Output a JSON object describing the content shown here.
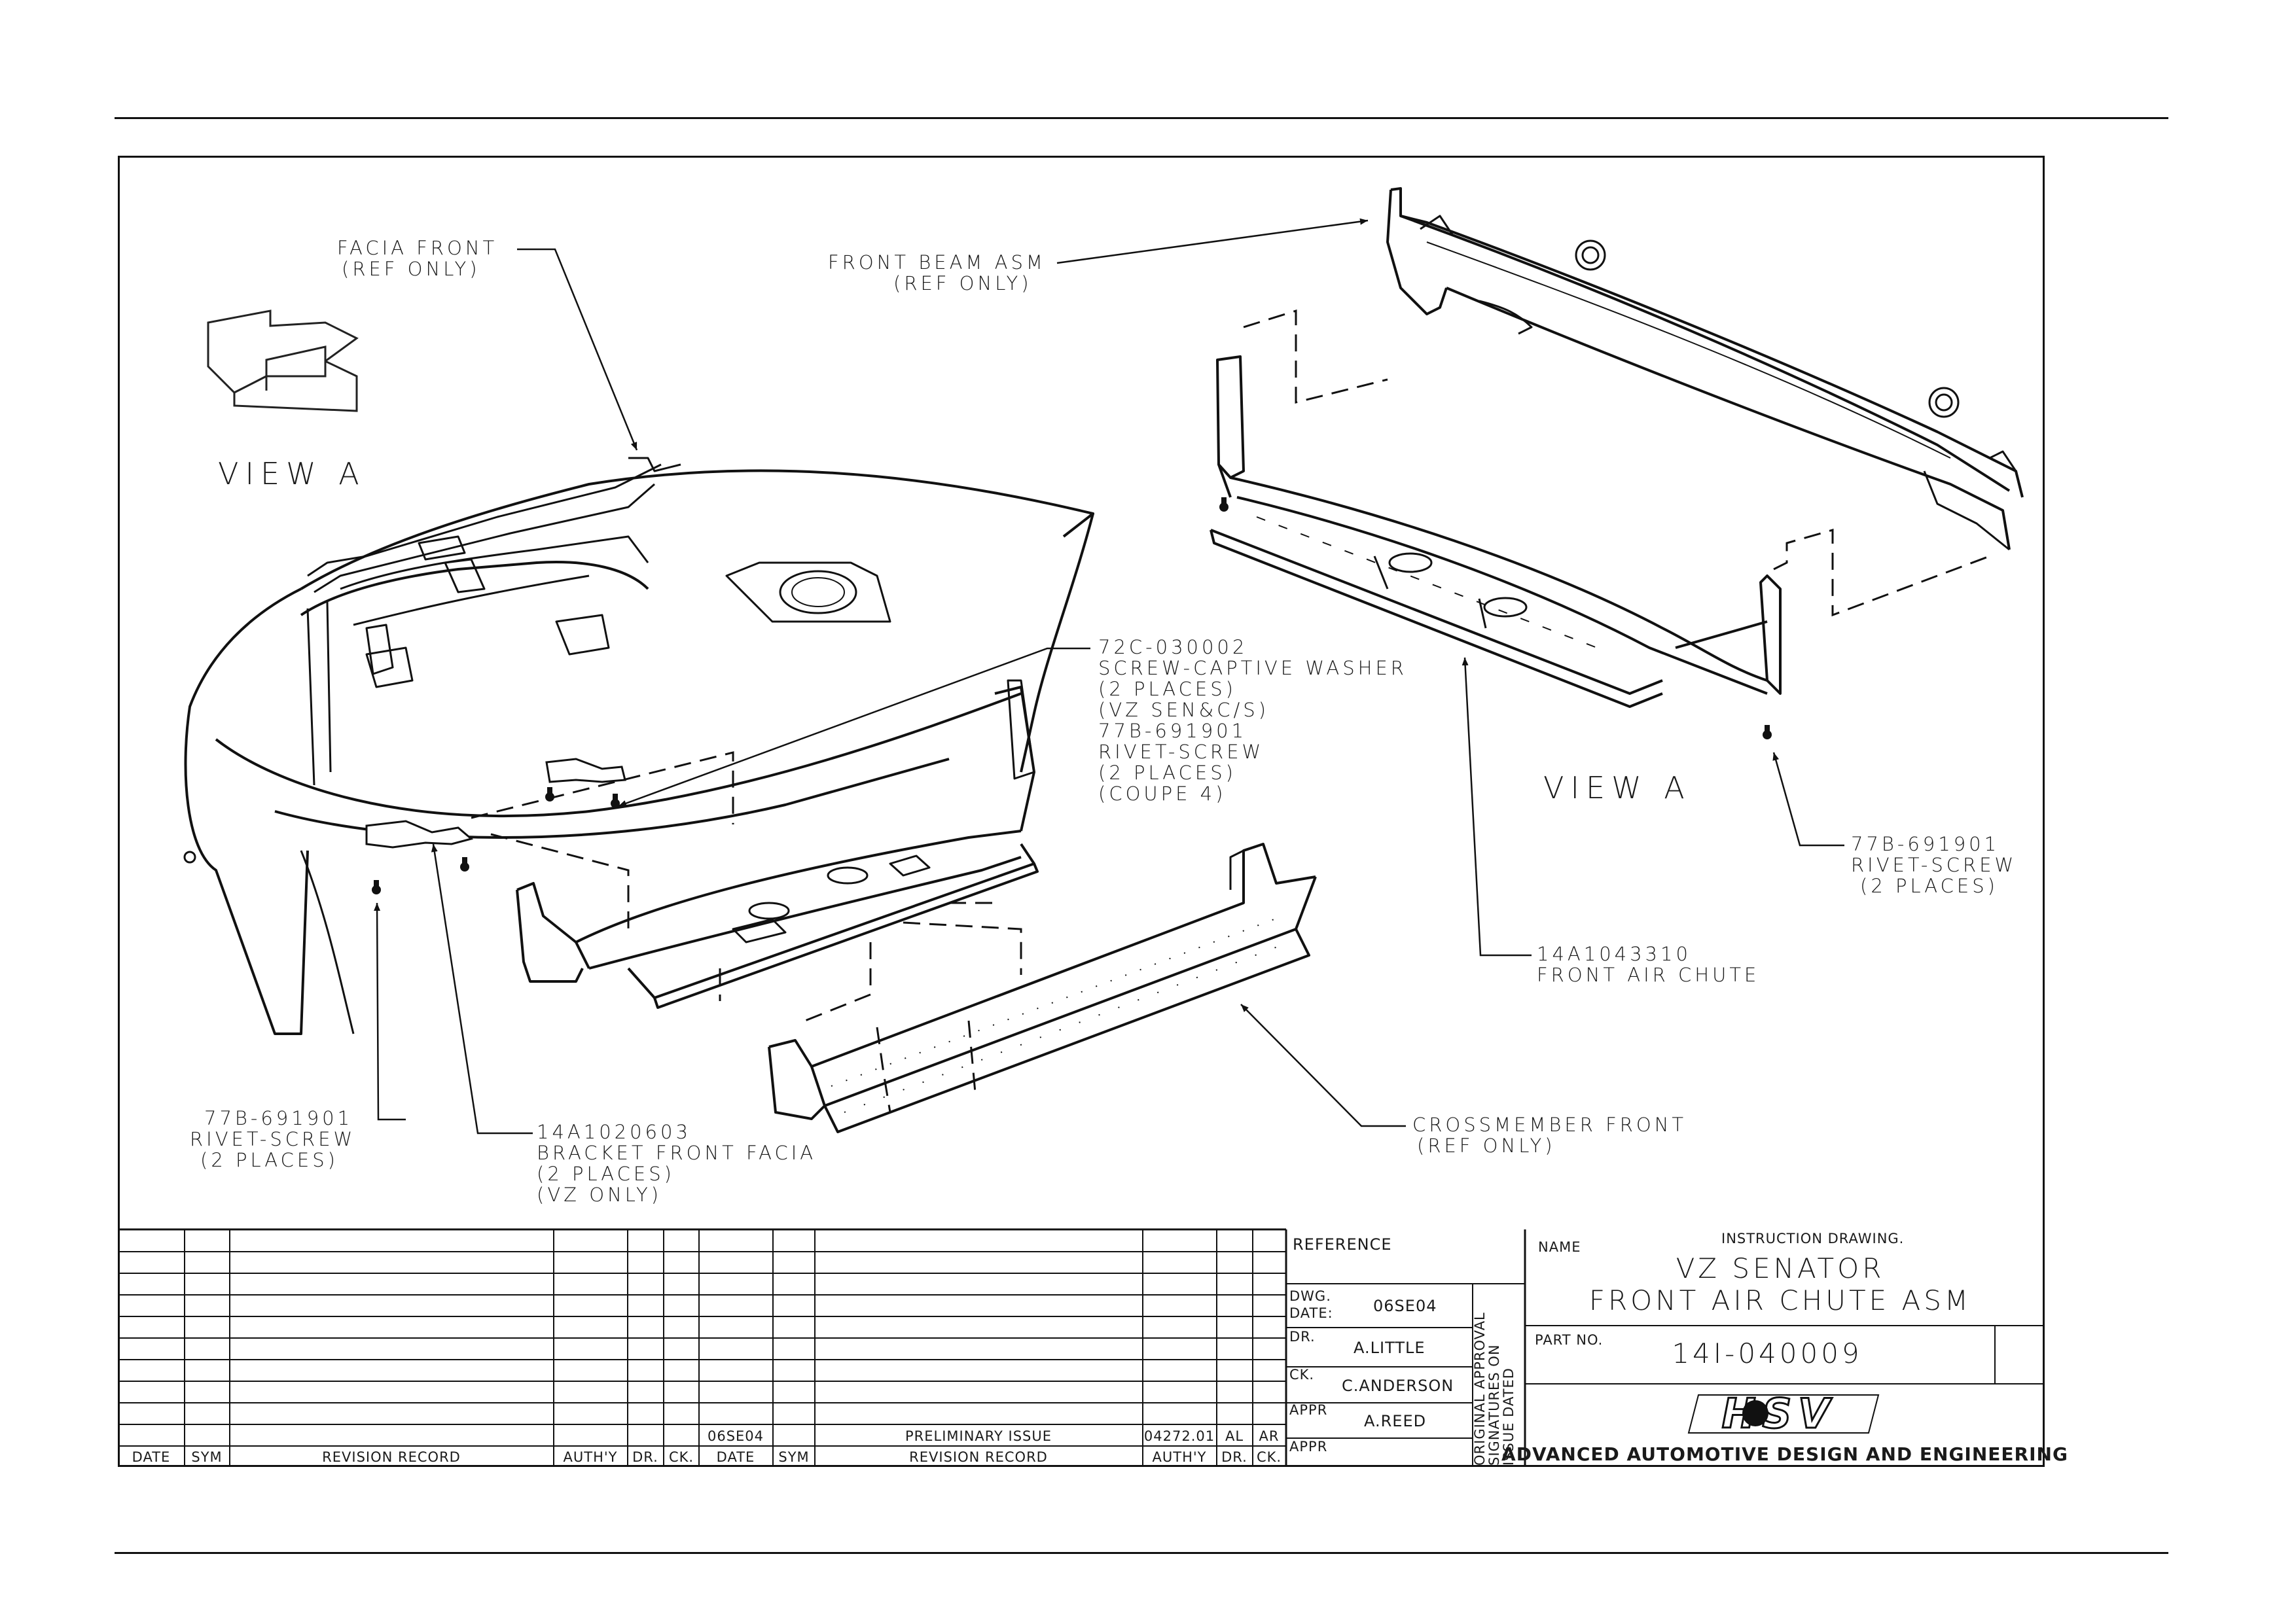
{
  "view_labels": {
    "left": "VIEW A",
    "right": "VIEW A"
  },
  "callouts": {
    "facia_front": [
      "FACIA FRONT",
      "(REF ONLY)"
    ],
    "front_beam": [
      "FRONT BEAM ASM",
      "(REF ONLY)"
    ],
    "screw_washer": [
      "72C-030002",
      "SCREW-CAPTIVE WASHER",
      "(2 PLACES)",
      "(VZ SEN&C/S)",
      "77B-691901",
      "RIVET-SCREW",
      "(2 PLACES)",
      "(COUPE 4)"
    ],
    "rivet_right": [
      "77B-691901",
      "RIVET-SCREW",
      "(2 PLACES)"
    ],
    "air_chute": [
      "14A1043310",
      "FRONT AIR CHUTE"
    ],
    "crossmember": [
      "CROSSMEMBER FRONT",
      "(REF ONLY)"
    ],
    "rivet_left": [
      "77B-691901",
      "RIVET-SCREW",
      "(2 PLACES)"
    ],
    "bracket": [
      "14A1020603",
      "BRACKET FRONT FACIA",
      "(2 PLACES)",
      "(VZ ONLY)"
    ]
  },
  "revision_table": {
    "headers_left": [
      "DATE",
      "SYM",
      "REVISION RECORD",
      "AUTH'Y",
      "DR.",
      "CK."
    ],
    "headers_right": [
      "DATE",
      "SYM",
      "REVISION RECORD",
      "AUTH'Y",
      "DR.",
      "CK."
    ],
    "entry": {
      "date": "06SE04",
      "record": "PRELIMINARY ISSUE",
      "auth": "04272.01",
      "dr": "AL",
      "ck": "AR"
    }
  },
  "title_block": {
    "reference_label": "REFERENCE",
    "dwg_date_label": [
      "DWG.",
      "DATE:"
    ],
    "dwg_date": "06SE04",
    "dr_label": "DR.",
    "drawn_by": "A.LITTLE",
    "ck_label": "CK.",
    "checked_by": "C.ANDERSON",
    "appr_label": "APPR",
    "approved_by": "A.REED",
    "appr2_label": "APPR",
    "approval_note": [
      "ORIGINAL APPROVAL",
      "SIGNATURES ON",
      "ISSUE DATED"
    ],
    "name_label": "NAME",
    "drawing_type": "INSTRUCTION DRAWING.",
    "title_line1": "VZ SENATOR",
    "title_line2": "FRONT AIR CHUTE ASM",
    "part_no_label": "PART NO.",
    "part_no": "14I-040009",
    "logo_text": "HSV",
    "company": "ADVANCED AUTOMOTIVE DESIGN AND ENGINEERING"
  }
}
